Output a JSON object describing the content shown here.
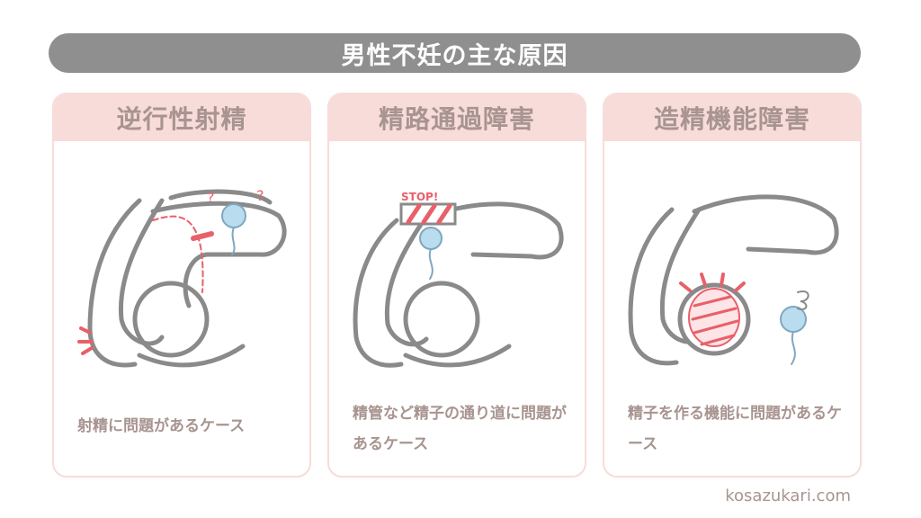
{
  "title": "男性不妊の主な原因",
  "cards": [
    {
      "heading": "逆行性射精",
      "description": "射精に問題があるケース"
    },
    {
      "heading": "精路通過障害",
      "description": "精管など精子の通り道に問題があるケース",
      "sign_text": "STOP!"
    },
    {
      "heading": "造精機能障害",
      "description": "精子を作る機能に問題があるケース"
    }
  ],
  "footer": "kosazukari.com",
  "colors": {
    "title_bg": "#8f8f8f",
    "card_accent": "#f7dcd9",
    "text": "#a89490",
    "outline": "#8a8a8a",
    "alert": "#e8606a",
    "sperm": "#b9dcef"
  }
}
